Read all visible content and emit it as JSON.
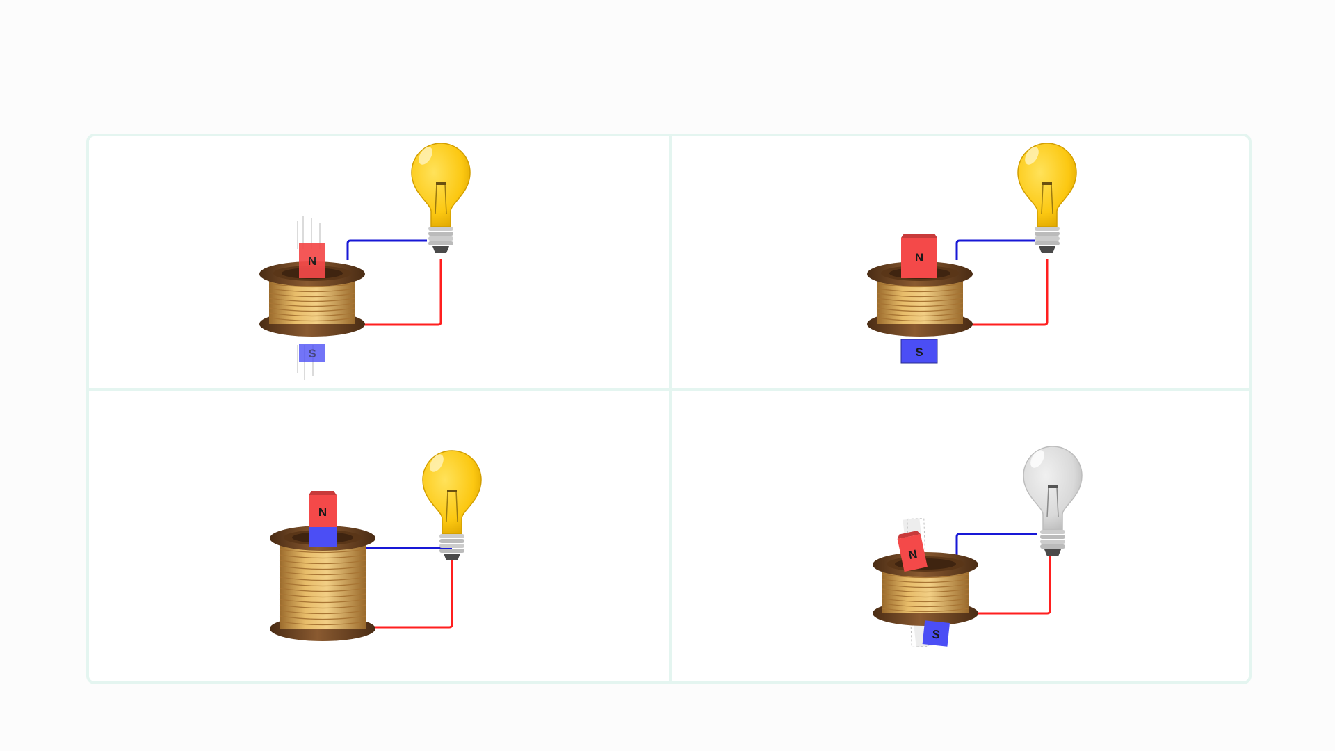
{
  "poles": {
    "north": "N",
    "south": "S"
  },
  "colors": {
    "north": "#f44949",
    "south": "#4b4ef5",
    "wire_positive": "#ff1f1f",
    "wire_negative": "#1818d6",
    "bulb_on": "#fcc812",
    "bulb_off": "#d9d9d9",
    "coil_wire": "#d8a850",
    "spool": "#6b4422",
    "border": "#e4f5f0"
  },
  "panels": [
    {
      "id": "top-left",
      "bulb_lit": true,
      "magnet_state": "moving-through"
    },
    {
      "id": "top-right",
      "bulb_lit": true,
      "magnet_state": "inserted"
    },
    {
      "id": "bottom-left",
      "bulb_lit": true,
      "magnet_state": "resting-on-top"
    },
    {
      "id": "bottom-right",
      "bulb_lit": false,
      "magnet_state": "tilted-wobbling"
    }
  ]
}
